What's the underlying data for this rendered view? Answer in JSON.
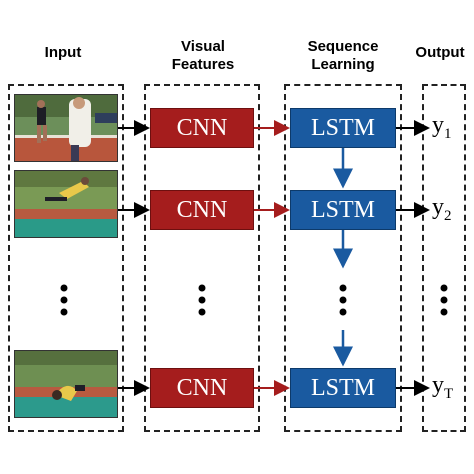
{
  "headers": {
    "input": "Input",
    "visual_features": "Visual\nFeatures",
    "sequence_learning": "Sequence\nLearning",
    "output": "Output"
  },
  "cnn_label": "CNN",
  "lstm_label": "LSTM",
  "outputs": [
    {
      "base": "y",
      "sub": "1"
    },
    {
      "base": "y",
      "sub": "2"
    },
    {
      "base": "y",
      "sub": "T"
    }
  ],
  "colors": {
    "cnn": "#a51d1d",
    "lstm": "#1a5aa0",
    "red_arrow": "#a51d1d",
    "blue_arrow": "#1a5aa0"
  }
}
